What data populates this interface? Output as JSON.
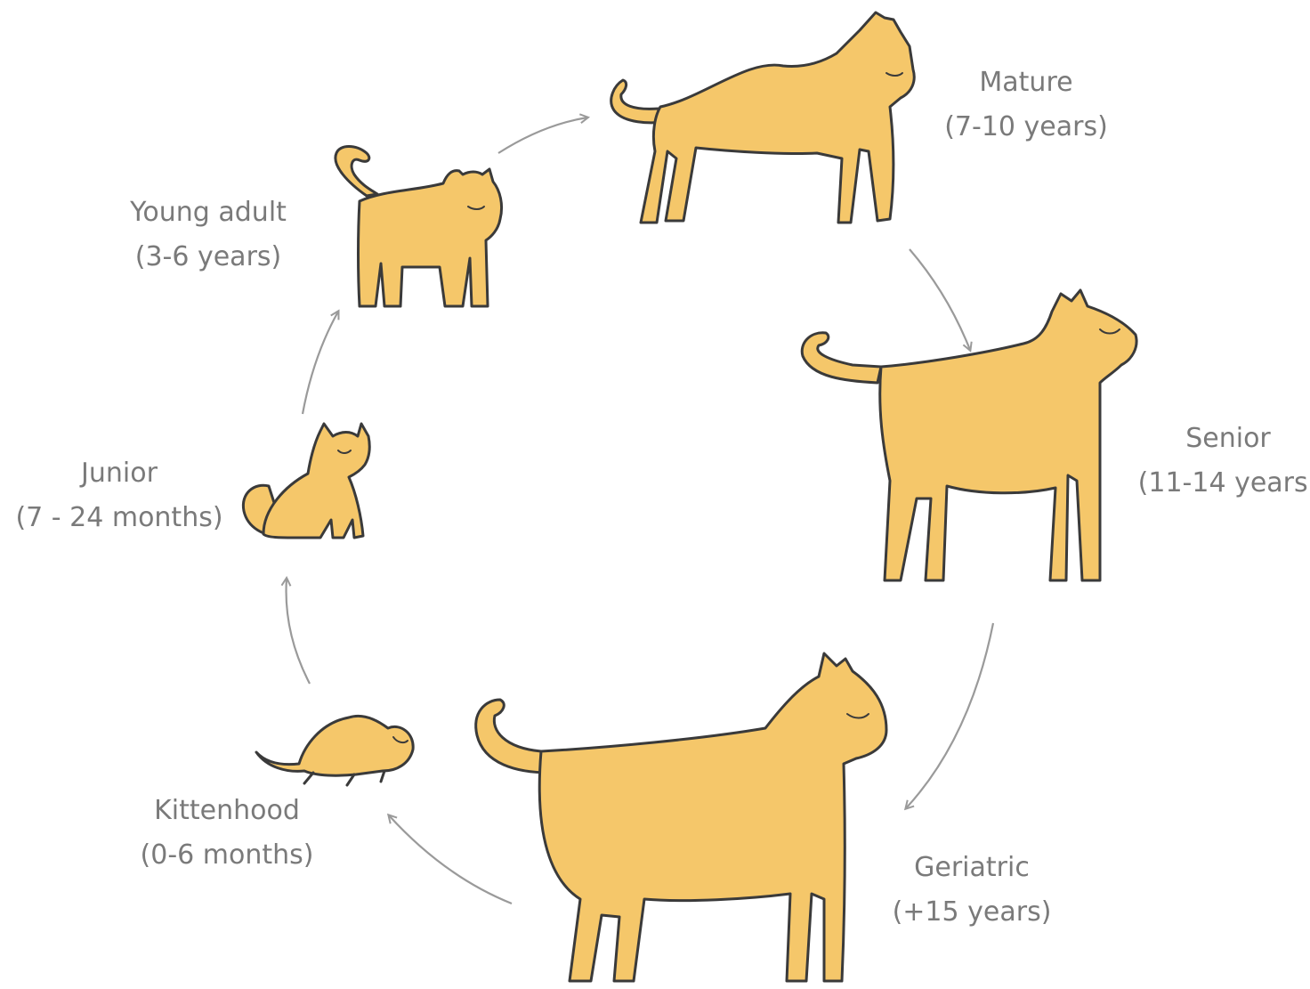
{
  "colors": {
    "cat_fill": "#F5C76A",
    "cat_outline": "#3A3A3A",
    "arrow": "#9a9a9a",
    "text": "#7a7a7a"
  },
  "stages": [
    {
      "key": "kittenhood",
      "name": "Kittenhood",
      "age": "(0-6 months)"
    },
    {
      "key": "junior",
      "name": "Junior",
      "age": "(7 - 24 months)"
    },
    {
      "key": "young_adult",
      "name": "Young adult",
      "age": "(3-6 years)"
    },
    {
      "key": "mature",
      "name": "Mature",
      "age": "(7-10 years)"
    },
    {
      "key": "senior",
      "name": "Senior",
      "age": "(11-14 years)"
    },
    {
      "key": "geriatric",
      "name": "Geriatric",
      "age": "(+15 years)"
    }
  ]
}
